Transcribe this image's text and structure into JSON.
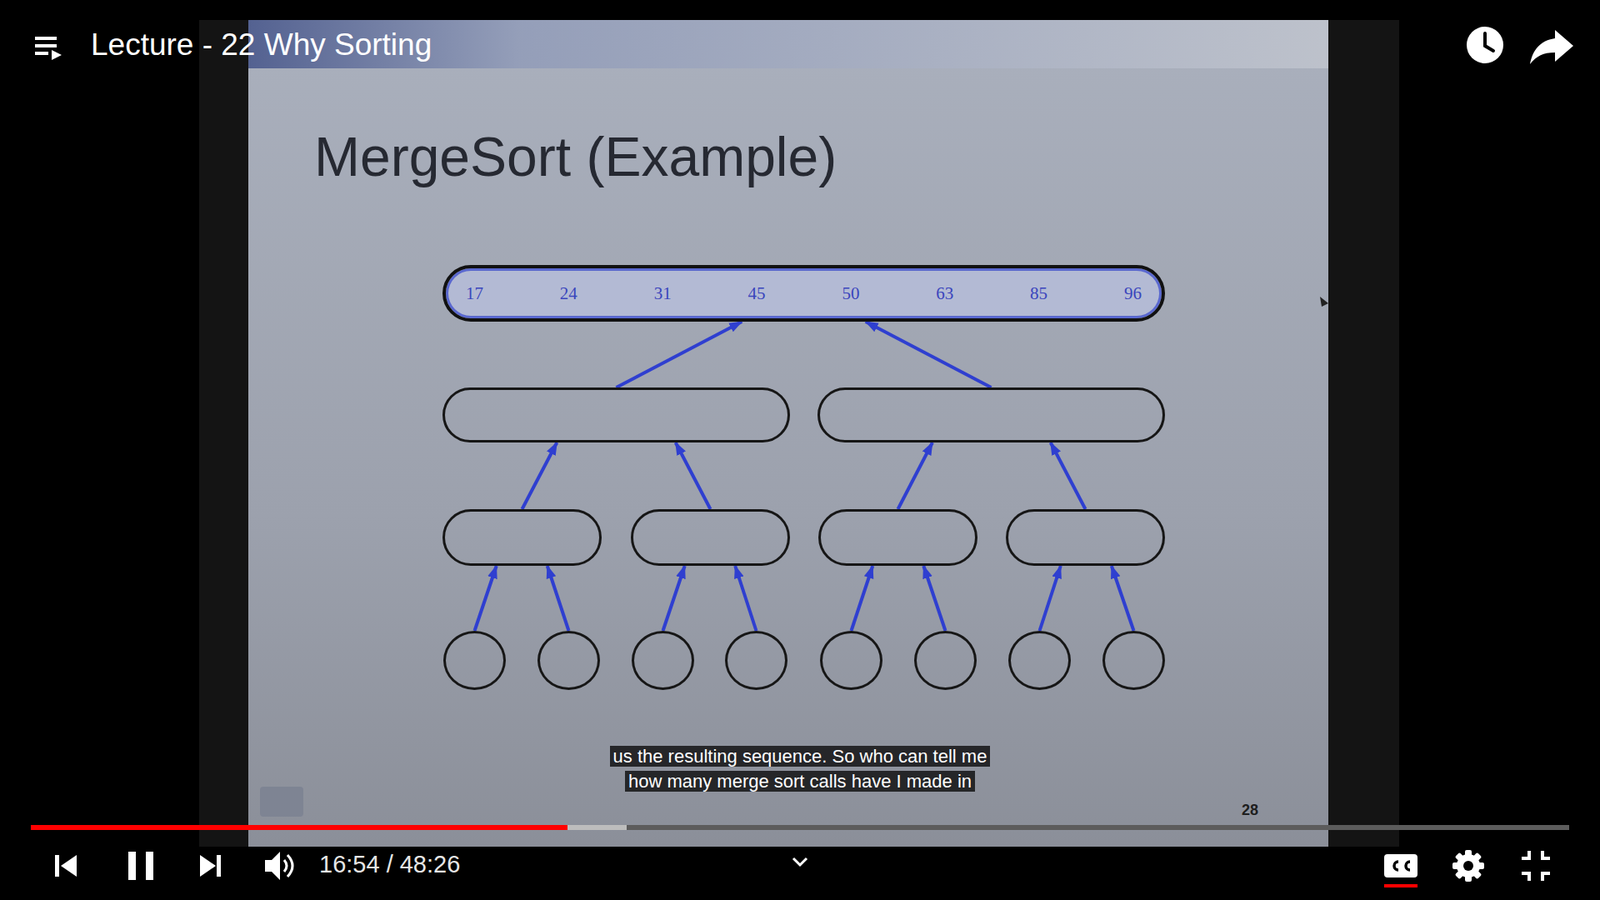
{
  "diagram": {
    "title": "MergeSort (Example)",
    "nodes": [
      {
        "text": [
          "17",
          "24",
          "31",
          "45",
          "50",
          "63",
          "85",
          "96"
        ]
      },
      {
        "text": []
      },
      {
        "text": []
      },
      {
        "text": []
      },
      {
        "text": []
      },
      {
        "text": []
      },
      {
        "text": []
      },
      {
        "text": []
      },
      {
        "text": []
      },
      {
        "text": []
      },
      {
        "text": []
      },
      {
        "text": []
      },
      {
        "text": []
      },
      {
        "text": []
      },
      {
        "text": []
      }
    ],
    "edges": [
      {
        "from": 1,
        "to": 0,
        "arrow": "to"
      },
      {
        "from": 2,
        "to": 0,
        "arrow": "to"
      },
      {
        "from": 3,
        "to": 1,
        "arrow": "to"
      },
      {
        "from": 4,
        "to": 1,
        "arrow": "to"
      },
      {
        "from": 5,
        "to": 2,
        "arrow": "to"
      },
      {
        "from": 6,
        "to": 2,
        "arrow": "to"
      },
      {
        "from": 7,
        "to": 3,
        "arrow": "to"
      },
      {
        "from": 8,
        "to": 3,
        "arrow": "to"
      },
      {
        "from": 9,
        "to": 4,
        "arrow": "to"
      },
      {
        "from": 10,
        "to": 4,
        "arrow": "to"
      },
      {
        "from": 11,
        "to": 5,
        "arrow": "to"
      },
      {
        "from": 12,
        "to": 5,
        "arrow": "to"
      },
      {
        "from": 13,
        "to": 6,
        "arrow": "to"
      },
      {
        "from": 14,
        "to": 6,
        "arrow": "to"
      }
    ],
    "labels": [
      "Lecture - 22 Why Sorting",
      "us the resulting sequence. So who can tell me how many merge sort calls have I made in",
      "28",
      "16:54 / 48:26"
    ]
  }
}
